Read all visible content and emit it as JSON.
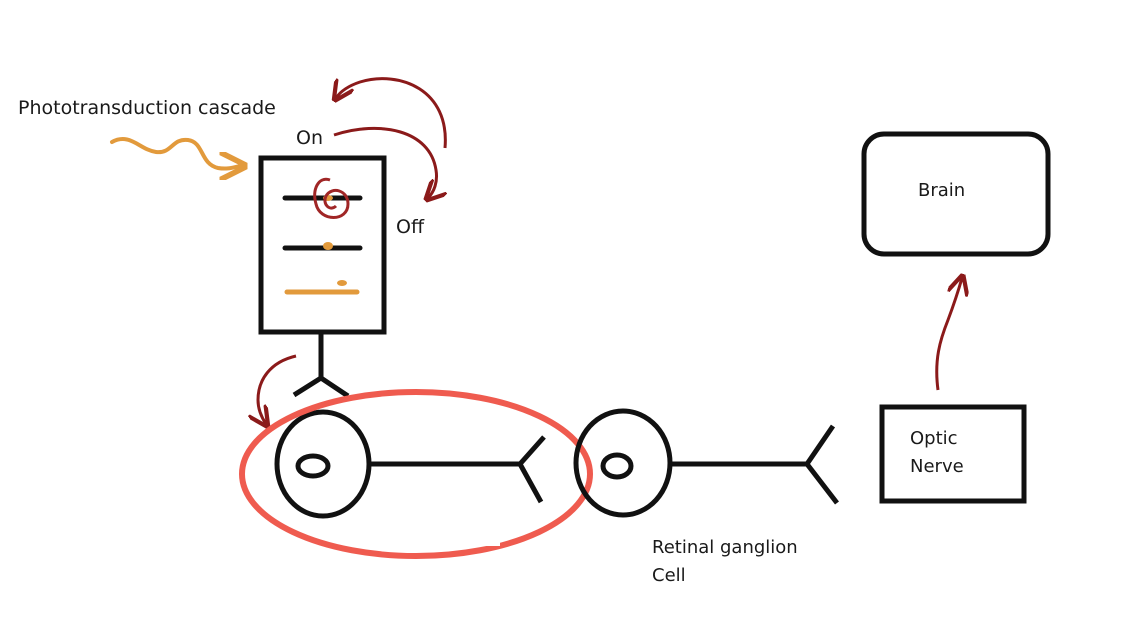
{
  "labels": {
    "cascade": "Phototransduction cascade",
    "on": "On",
    "off": "Off",
    "brain": "Brain",
    "optic_line1": "Optic",
    "optic_line2": "Nerve",
    "ganglion_line1": "Retinal ganglion",
    "ganglion_line2": "Cell"
  },
  "colors": {
    "ink": "#111111",
    "red_arrow": "#8b1a1a",
    "orange_wave": "#e29a3c",
    "highlight_ellipse": "#ef5b4f",
    "background": "#ffffff"
  }
}
